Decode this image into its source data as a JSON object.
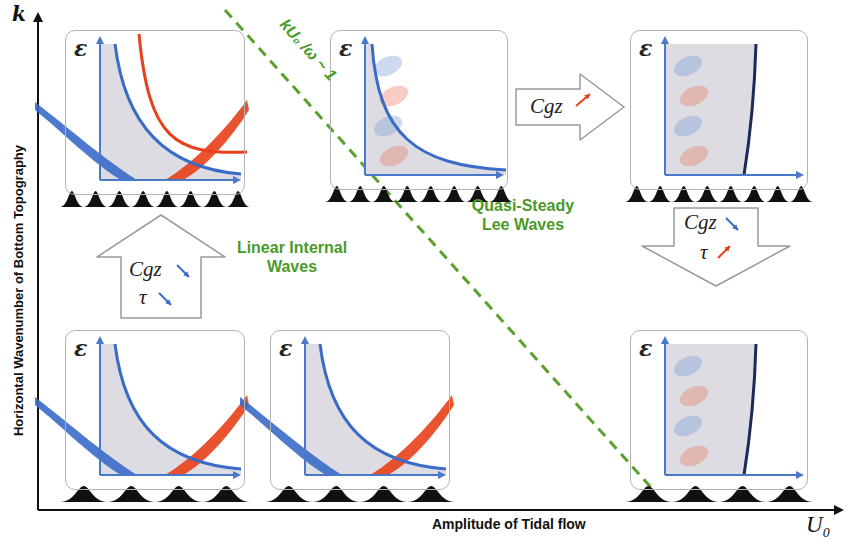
{
  "diagram": {
    "nodes": [
      {
        "text": [
          "ε"
        ]
      },
      {
        "text": [
          "ε"
        ]
      },
      {
        "text": [
          "Cgz"
        ]
      },
      {
        "text": [
          "ε"
        ]
      },
      {
        "text": [
          "Cgz",
          "τ"
        ]
      },
      {
        "text": [
          "Cgz",
          "τ"
        ]
      },
      {
        "text": [
          "ε"
        ]
      },
      {
        "text": [
          "ε"
        ]
      },
      {
        "text": [
          "ε"
        ]
      }
    ],
    "labels": [
      "kU₀ /ω ~ 1",
      "Linear Internal Waves",
      "Quasi-Steady Lee Waves",
      "k",
      "Horizontal Wavenumber of Bottom Topography",
      "Amplitude of Tidal flow",
      "U₀"
    ]
  }
}
